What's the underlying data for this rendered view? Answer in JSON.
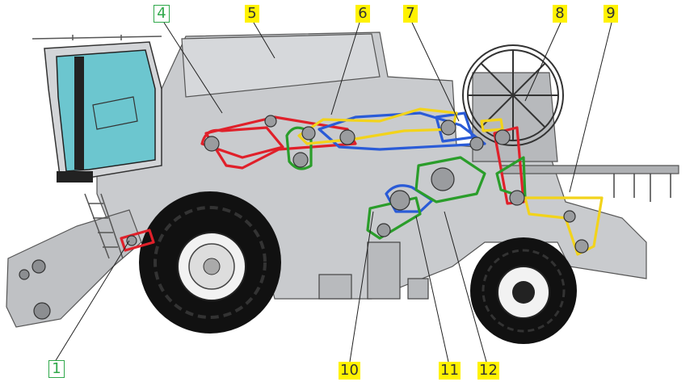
{
  "colors": {
    "highlight": "#fff200",
    "belt_red": "#e0202a",
    "belt_blue": "#2a5bd7",
    "belt_green": "#2a9d2a",
    "belt_yellow": "#f2d31b",
    "machine": "#c9cbce",
    "glass": "#6cc6cf",
    "tyre": "#111111"
  },
  "callouts": [
    {
      "label": "1"
    },
    {
      "label": "4"
    },
    {
      "label": "5"
    },
    {
      "label": "6"
    },
    {
      "label": "7"
    },
    {
      "label": "8"
    },
    {
      "label": "9"
    },
    {
      "label": "10"
    },
    {
      "label": "11"
    },
    {
      "label": "12"
    }
  ]
}
